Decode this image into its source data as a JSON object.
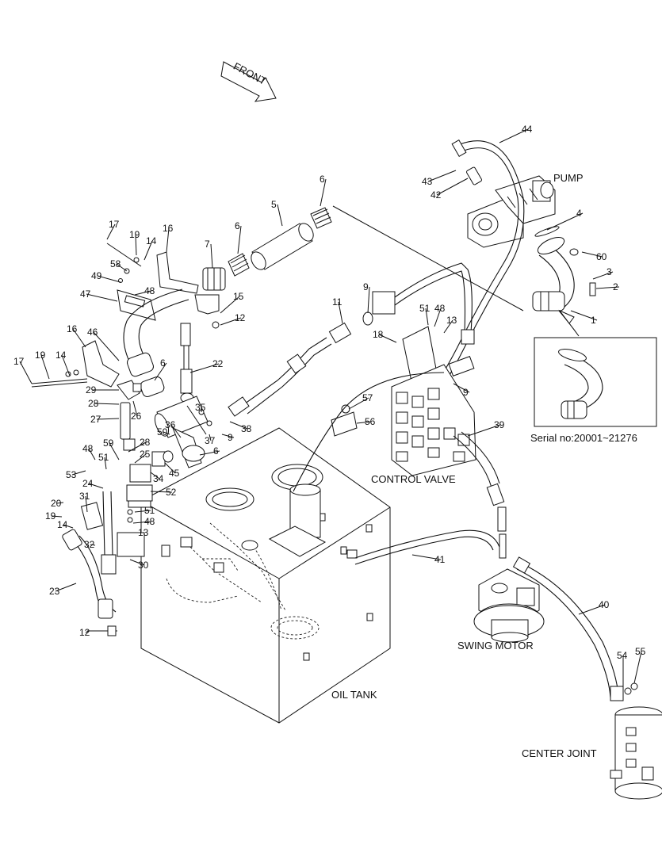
{
  "labels": {
    "front": "FRONT",
    "pump": "PUMP",
    "control_valve": "CONTROL VALVE",
    "swing_motor": "SWING MOTOR",
    "oil_tank": "OIL TANK",
    "center_joint": "CENTER JOINT",
    "serial": "Serial no:20001~21276"
  },
  "callouts": [
    {
      "n": "44"
    },
    {
      "n": "43"
    },
    {
      "n": "42"
    },
    {
      "n": "4"
    },
    {
      "n": "60"
    },
    {
      "n": "3"
    },
    {
      "n": "2"
    },
    {
      "n": "1"
    },
    {
      "n": "6"
    },
    {
      "n": "5"
    },
    {
      "n": "6"
    },
    {
      "n": "7"
    },
    {
      "n": "16"
    },
    {
      "n": "17"
    },
    {
      "n": "19"
    },
    {
      "n": "14"
    },
    {
      "n": "58"
    },
    {
      "n": "49"
    },
    {
      "n": "48"
    },
    {
      "n": "47"
    },
    {
      "n": "15"
    },
    {
      "n": "12"
    },
    {
      "n": "11"
    },
    {
      "n": "9"
    },
    {
      "n": "51"
    },
    {
      "n": "48"
    },
    {
      "n": "13"
    },
    {
      "n": "18"
    },
    {
      "n": "16"
    },
    {
      "n": "46"
    },
    {
      "n": "22"
    },
    {
      "n": "6"
    },
    {
      "n": "17"
    },
    {
      "n": "19"
    },
    {
      "n": "14"
    },
    {
      "n": "29"
    },
    {
      "n": "28"
    },
    {
      "n": "26"
    },
    {
      "n": "27"
    },
    {
      "n": "50"
    },
    {
      "n": "36"
    },
    {
      "n": "35"
    },
    {
      "n": "37"
    },
    {
      "n": "9"
    },
    {
      "n": "38"
    },
    {
      "n": "57"
    },
    {
      "n": "56"
    },
    {
      "n": "9"
    },
    {
      "n": "39"
    },
    {
      "n": "59"
    },
    {
      "n": "28"
    },
    {
      "n": "25"
    },
    {
      "n": "48"
    },
    {
      "n": "51"
    },
    {
      "n": "53"
    },
    {
      "n": "34"
    },
    {
      "n": "45"
    },
    {
      "n": "6"
    },
    {
      "n": "24"
    },
    {
      "n": "52"
    },
    {
      "n": "20"
    },
    {
      "n": "31"
    },
    {
      "n": "19"
    },
    {
      "n": "51"
    },
    {
      "n": "14"
    },
    {
      "n": "48"
    },
    {
      "n": "13"
    },
    {
      "n": "32"
    },
    {
      "n": "30"
    },
    {
      "n": "23"
    },
    {
      "n": "12"
    },
    {
      "n": "41"
    },
    {
      "n": "40"
    },
    {
      "n": "54"
    },
    {
      "n": "55"
    }
  ]
}
